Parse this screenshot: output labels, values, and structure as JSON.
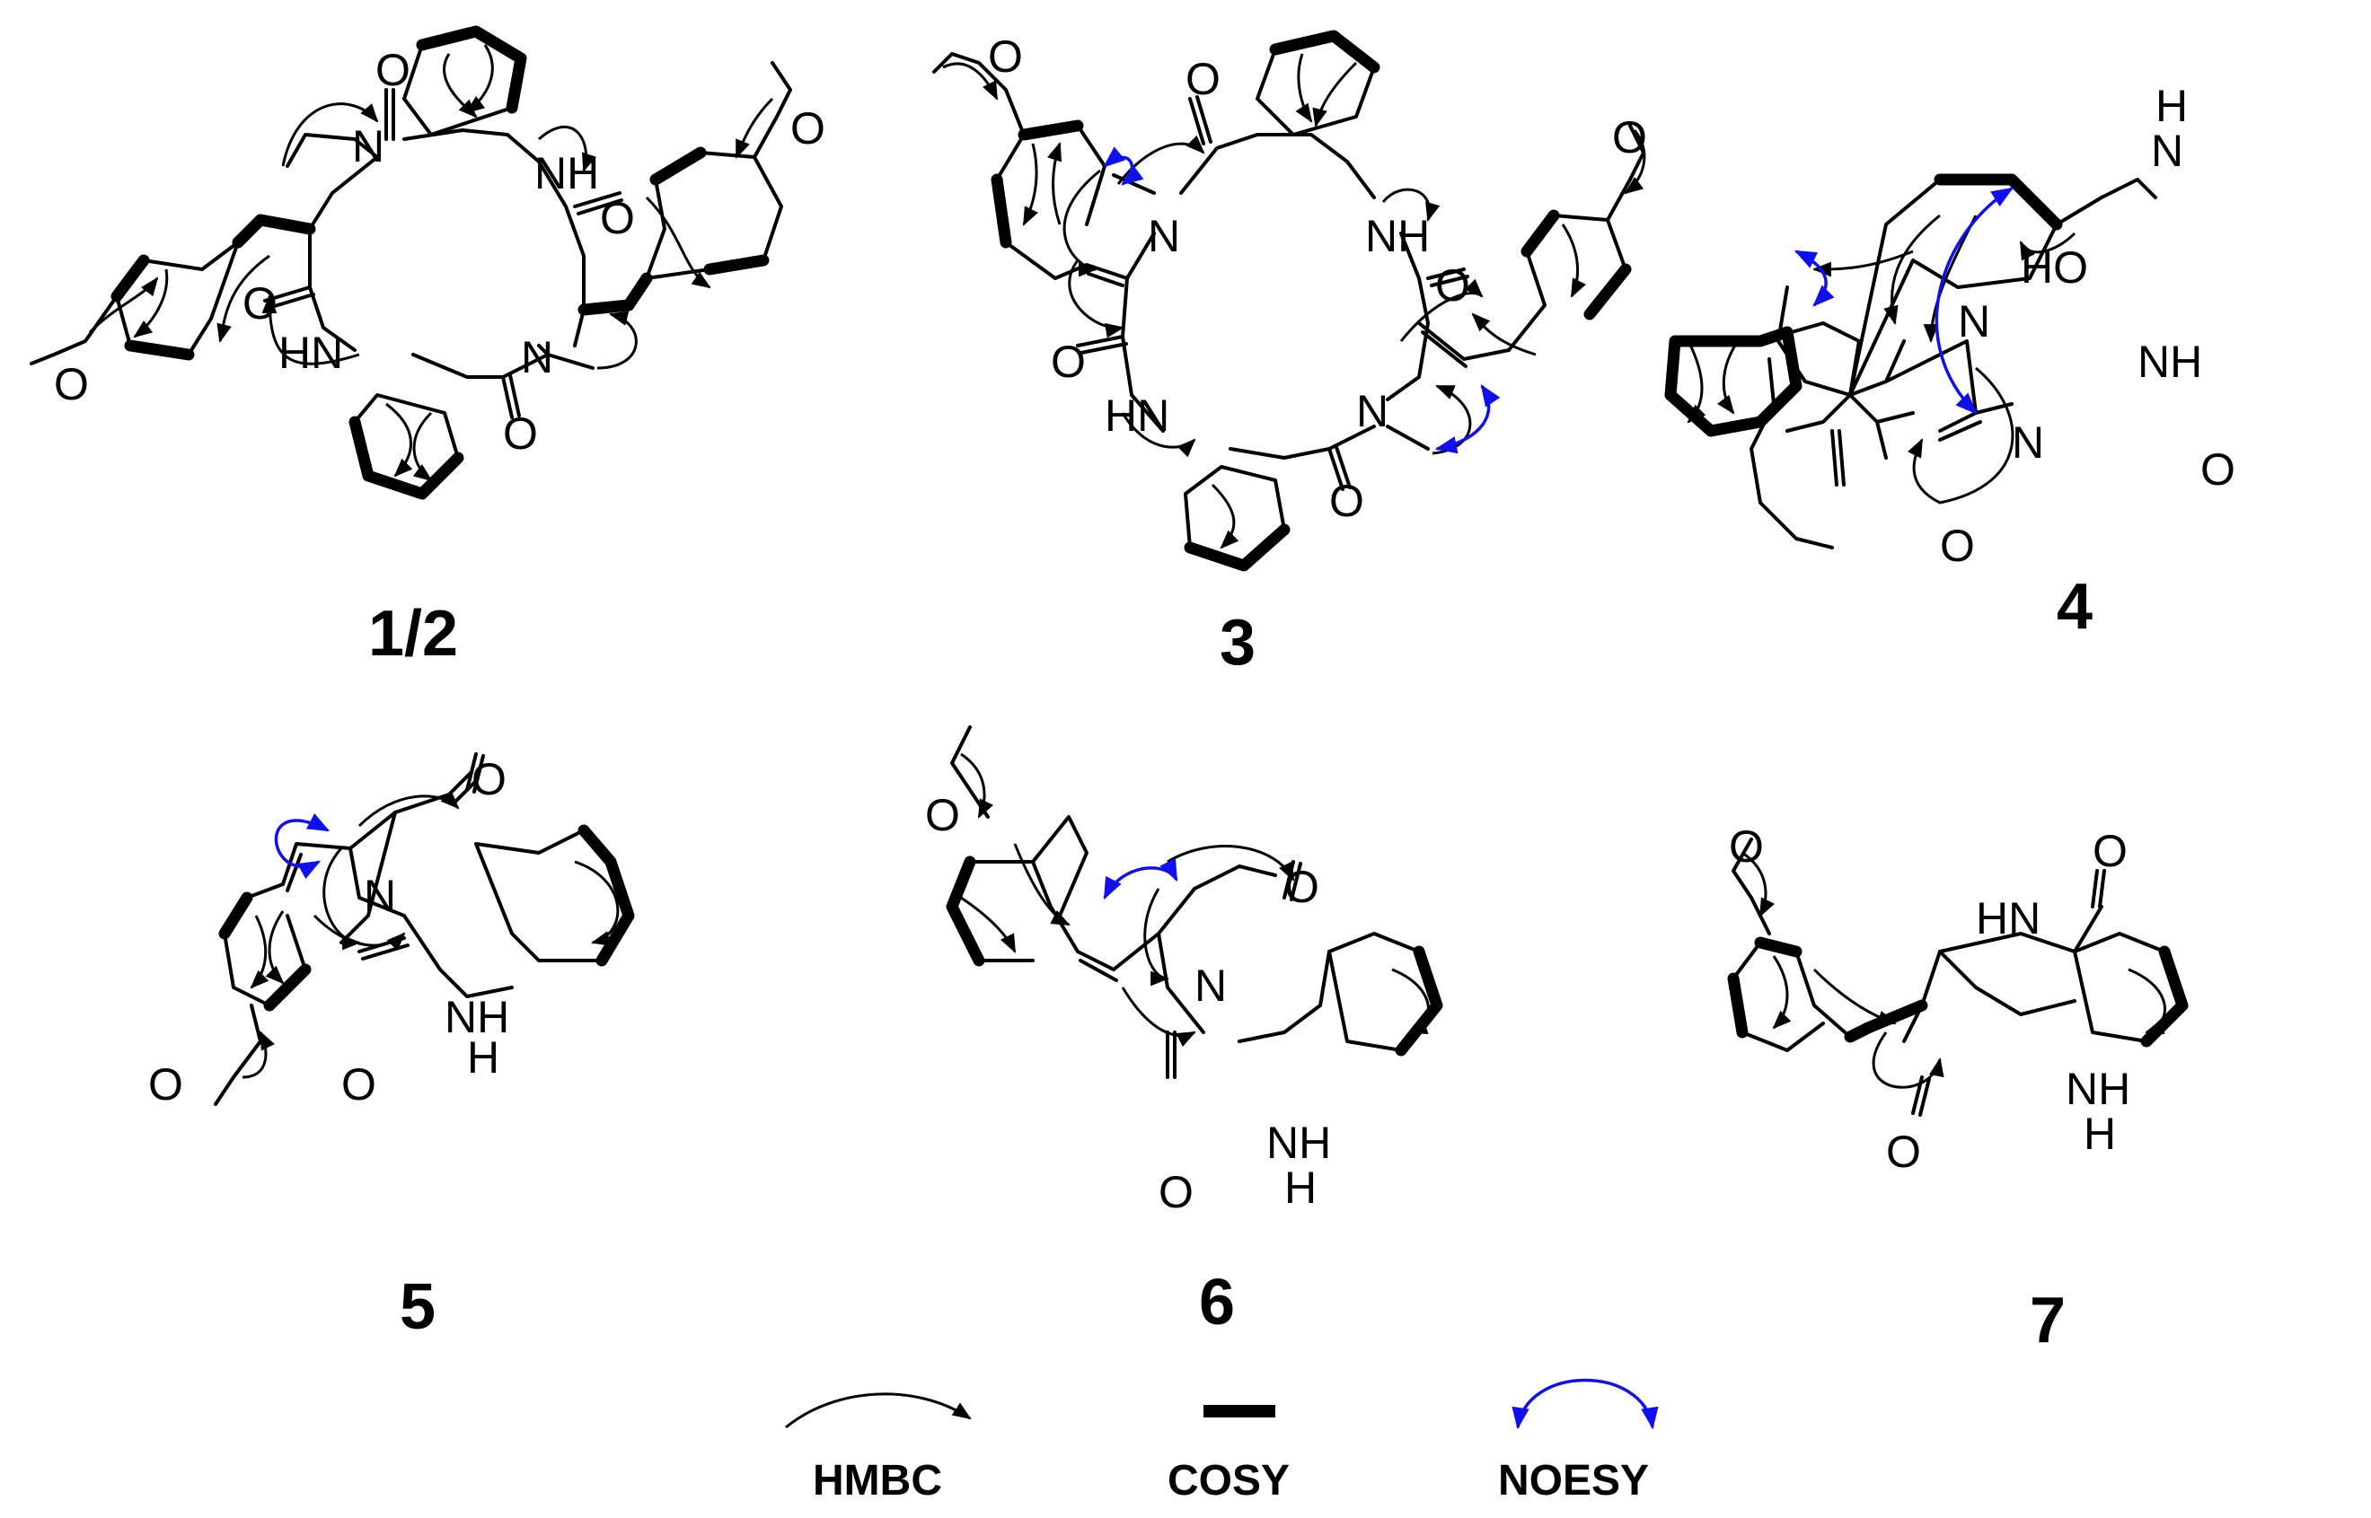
{
  "compounds": {
    "c1": {
      "label": "1/2"
    },
    "c3": {
      "label": "3"
    },
    "c4": {
      "label": "4"
    },
    "c5": {
      "label": "5"
    },
    "c6": {
      "label": "6"
    },
    "c7": {
      "label": "7"
    }
  },
  "atoms": {
    "O": "O",
    "N": "N",
    "NH": "NH",
    "HN": "HN",
    "H": "H",
    "HO": "HO"
  },
  "legend": {
    "hmbc": "HMBC",
    "cosy": "COSY",
    "noesy": "NOESY"
  },
  "colors": {
    "bond": "#000000",
    "hmbc_arrow": "#000000",
    "noesy_arrow": "#1010ee"
  }
}
